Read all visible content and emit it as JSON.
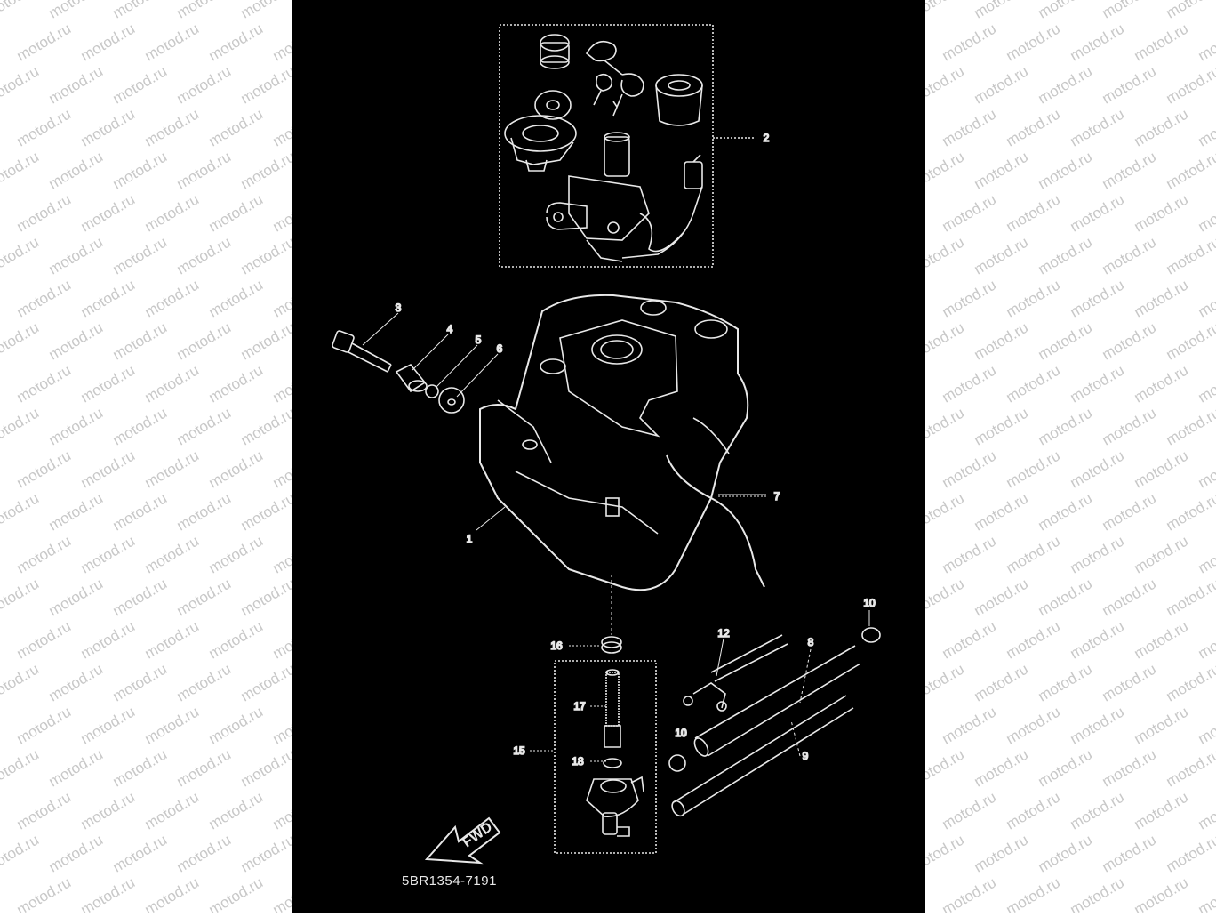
{
  "watermark": {
    "text": "motod.ru"
  },
  "diagram": {
    "callouts": [
      {
        "id": "c1",
        "label": "1"
      },
      {
        "id": "c2",
        "label": "2"
      },
      {
        "id": "c3",
        "label": "3"
      },
      {
        "id": "c4",
        "label": "4"
      },
      {
        "id": "c5",
        "label": "5"
      },
      {
        "id": "c6",
        "label": "6"
      },
      {
        "id": "c7",
        "label": "7"
      },
      {
        "id": "c8",
        "label": "8"
      },
      {
        "id": "c9",
        "label": "9"
      },
      {
        "id": "c10a",
        "label": "10"
      },
      {
        "id": "c10b",
        "label": "10"
      },
      {
        "id": "c12",
        "label": "12"
      },
      {
        "id": "c15",
        "label": "15"
      },
      {
        "id": "c16",
        "label": "16"
      },
      {
        "id": "c17",
        "label": "17"
      },
      {
        "id": "c18",
        "label": "18"
      }
    ],
    "fwd_label": "FWD",
    "part_code": "5BR1354-7191"
  },
  "colors": {
    "sheet": "#000000",
    "line": "#e8e8e8",
    "watermark": "#c8c8c8",
    "page": "#ffffff"
  }
}
